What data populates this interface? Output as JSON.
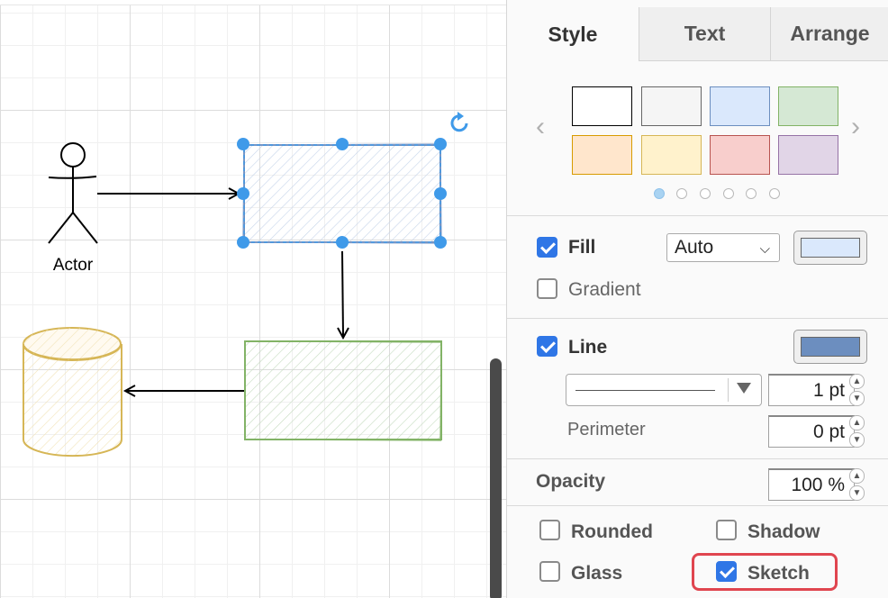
{
  "canvas": {
    "actor_label": "Actor"
  },
  "panel": {
    "tabs": [
      {
        "label": "Style",
        "active": true
      },
      {
        "label": "Text",
        "active": false
      },
      {
        "label": "Arrange",
        "active": false
      }
    ],
    "swatches": [
      {
        "fill": "#ffffff",
        "stroke": "#000000"
      },
      {
        "fill": "#f5f5f5",
        "stroke": "#666666"
      },
      {
        "fill": "#dae8fc",
        "stroke": "#6c8ebf"
      },
      {
        "fill": "#d5e8d4",
        "stroke": "#82b366"
      },
      {
        "fill": "#ffe6cc",
        "stroke": "#d79b00"
      },
      {
        "fill": "#fff2cc",
        "stroke": "#d6b656"
      },
      {
        "fill": "#f8cecc",
        "stroke": "#b85450"
      },
      {
        "fill": "#e1d5e7",
        "stroke": "#9673a6"
      }
    ],
    "swatch_pages": 6,
    "swatch_active_page": 1,
    "fill": {
      "label": "Fill",
      "checked": true,
      "mode": "Auto",
      "color": "#dae8fc"
    },
    "gradient": {
      "label": "Gradient",
      "checked": false
    },
    "line": {
      "label": "Line",
      "checked": true,
      "color": "#6c8ebf",
      "width": "1 pt"
    },
    "perimeter": {
      "label": "Perimeter",
      "value": "0 pt"
    },
    "opacity": {
      "label": "Opacity",
      "value": "100 %"
    },
    "options": {
      "rounded": {
        "label": "Rounded",
        "checked": false
      },
      "shadow": {
        "label": "Shadow",
        "checked": false
      },
      "glass": {
        "label": "Glass",
        "checked": false
      },
      "sketch": {
        "label": "Sketch",
        "checked": true
      }
    }
  }
}
